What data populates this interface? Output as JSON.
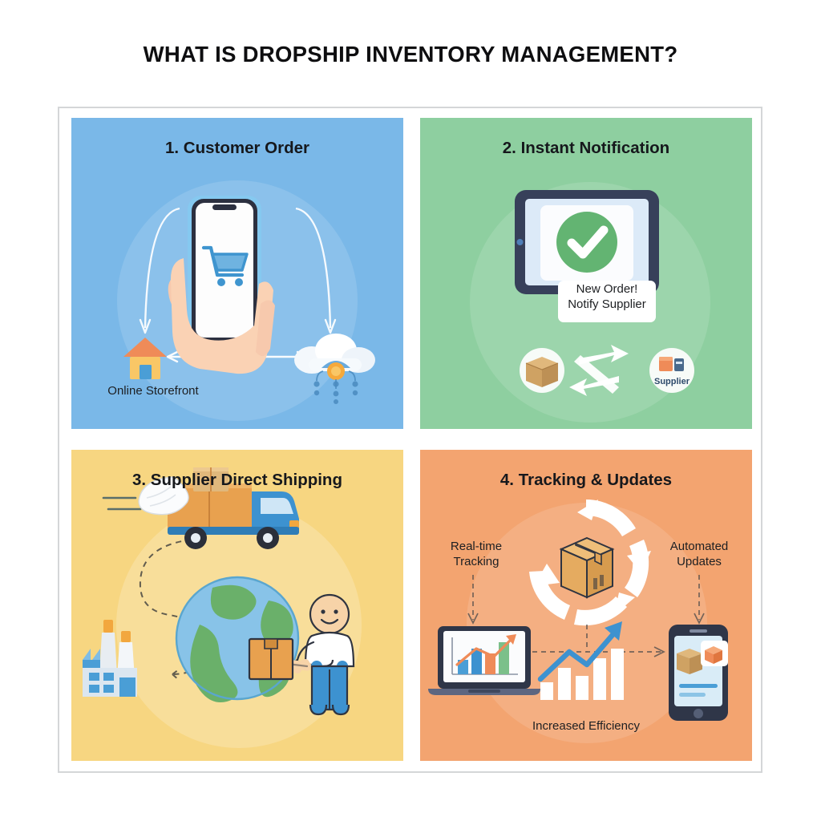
{
  "title": "WHAT IS DROPSHIP INVENTORY MANAGEMENT?",
  "colors": {
    "panel1_bg": "#7ab8e8",
    "panel2_bg": "#8ecfa0",
    "panel3_bg": "#f7d681",
    "panel4_bg": "#f3a470",
    "heading_text": "#16181c",
    "title_text": "#0e0e10",
    "frame_border": "#d4d6d8",
    "page_bg": "#ffffff",
    "box_brown": "#d9a05b",
    "truck_blue": "#3d92d0",
    "globe_green": "#6ab06a",
    "check_green": "#63b472"
  },
  "panels": [
    {
      "number": "1.",
      "heading": "1. Customer Order",
      "caption_storefront": "Online Storefront",
      "icons": [
        "hand-holding-phone-icon",
        "shopping-cart-icon",
        "house-storefront-icon",
        "cloud-data-icon",
        "arrow-down-icon",
        "double-arrow-icon"
      ]
    },
    {
      "number": "2.",
      "heading": "2. Instant Notification",
      "notification_line1": "New Order!",
      "notification_line2": "Notify Supplier",
      "supplier_label": "Supplier",
      "icons": [
        "tablet-icon",
        "check-circle-icon",
        "package-box-icon",
        "exchange-arrows-icon",
        "supplier-badge-icon"
      ]
    },
    {
      "number": "3.",
      "heading": "3. Supplier Direct Shipping",
      "icons": [
        "winged-delivery-truck-icon",
        "globe-icon",
        "factory-icon",
        "person-carrying-box-icon",
        "dashed-route-icon"
      ]
    },
    {
      "number": "4.",
      "heading": "4. Tracking & Updates",
      "caption_left": "Real-time\nTracking",
      "caption_left_line1": "Real-time",
      "caption_left_line2": "Tracking",
      "caption_right_line1": "Automated",
      "caption_right_line2": "Updates",
      "caption_bottom": "Increased Efficiency",
      "icons": [
        "circular-arrows-icon",
        "package-box-icon",
        "laptop-chart-icon",
        "smartphone-notification-icon",
        "growth-bar-chart-icon"
      ]
    }
  ]
}
